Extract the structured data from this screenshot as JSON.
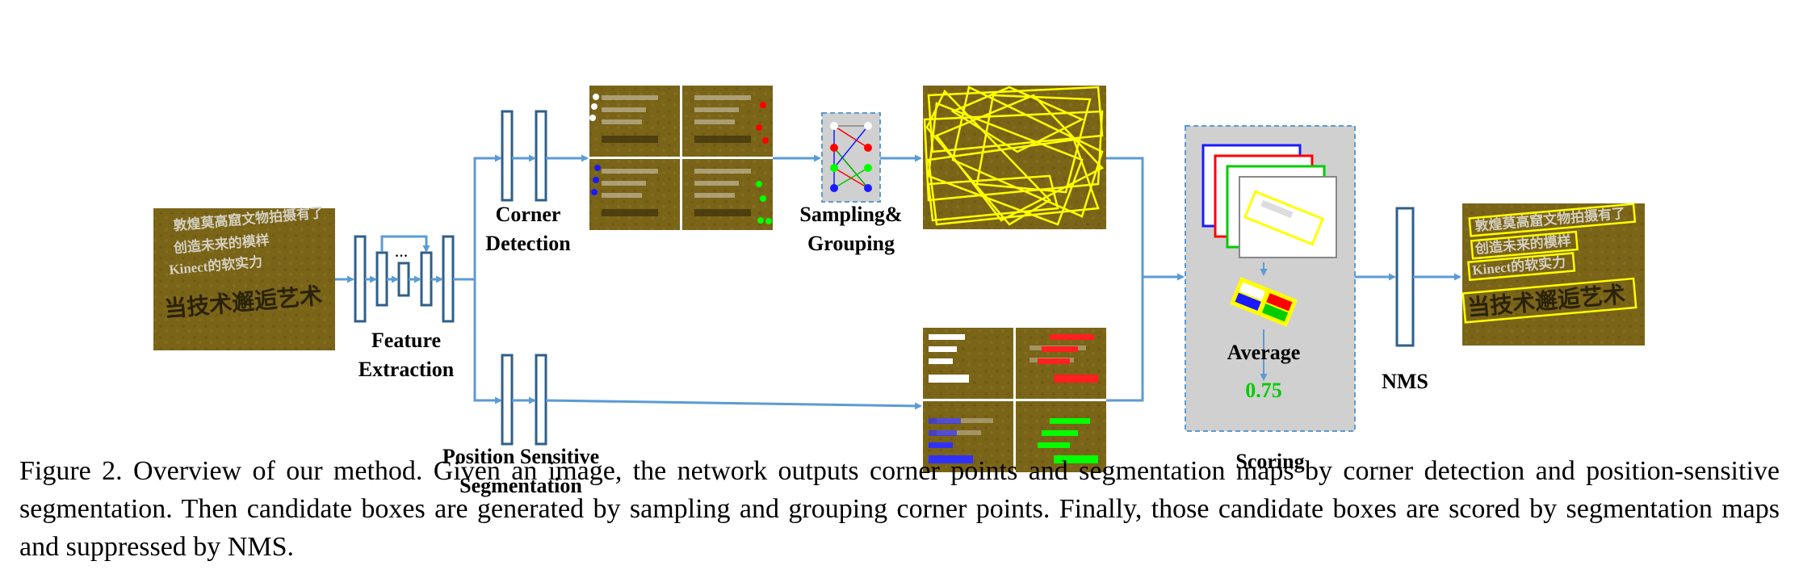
{
  "labels": {
    "feature_extraction": [
      "Feature",
      "Extraction"
    ],
    "corner_detection": [
      "Corner",
      "Detection"
    ],
    "position_sensitive_segmentation": [
      "Position Sensitive",
      "Segmentation"
    ],
    "sampling_grouping": [
      "Sampling&",
      "Grouping"
    ],
    "average": "Average",
    "score": "0.75",
    "scoring": "Scoring",
    "nms": "NMS",
    "ellipsis": "..."
  },
  "photo_text": {
    "line1": "敦煌莫高窟文物拍摄有了",
    "line2": "创造未来的模样",
    "line3": "Kinect的软实力",
    "line4": "当技术邂逅艺术"
  },
  "caption": "Figure 2. Overview of our method. Given an image, the network outputs corner points and segmentation maps by corner detection and position-sensitive segmentation. Then candidate boxes are generated by sampling and grouping corner points. Finally, those candidate boxes are scored by segmentation maps and suppressed by NMS.",
  "colors": {
    "arrow": "#5b9bd5",
    "layer": "#2e5f8a",
    "box": "#ffff00",
    "photo_bg": "#7a6418",
    "panel": "#d0d0d0",
    "score": "#00cc00"
  }
}
